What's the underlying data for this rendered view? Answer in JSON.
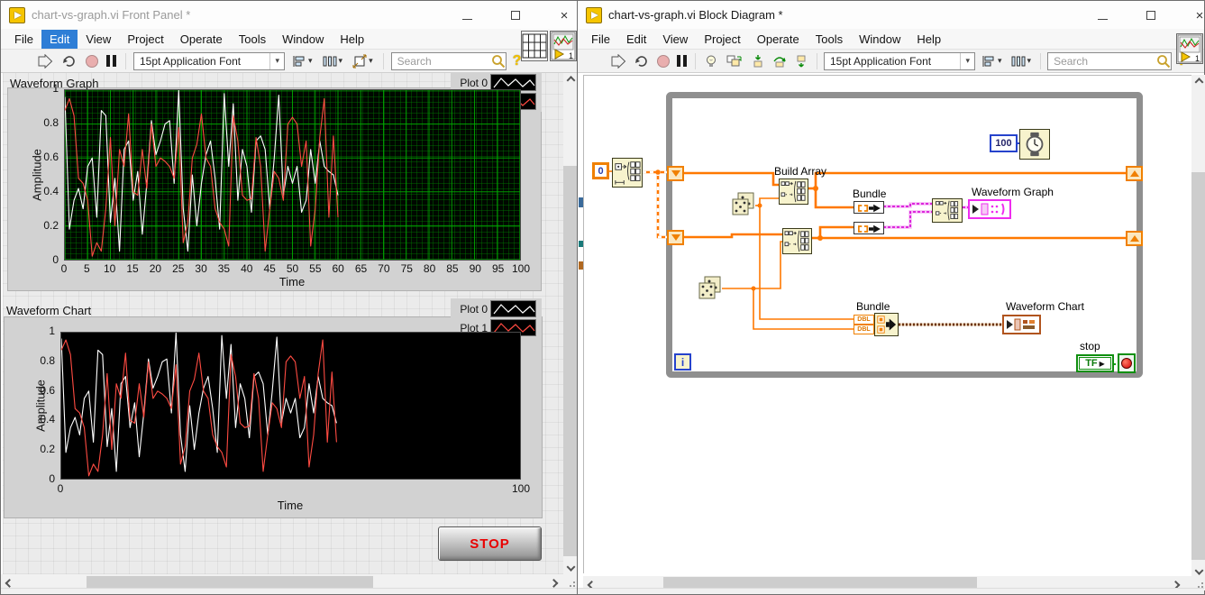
{
  "left_window": {
    "title": "chart-vs-graph.vi Front Panel *",
    "menu": [
      "File",
      "Edit",
      "View",
      "Project",
      "Operate",
      "Tools",
      "Window",
      "Help"
    ],
    "active_menu": "Edit",
    "toolbar": {
      "font": "15pt Application Font",
      "search_placeholder": "Search"
    },
    "front_panel": {
      "stop_label": "STOP"
    }
  },
  "right_window": {
    "title": "chart-vs-graph.vi Block Diagram *",
    "menu": [
      "File",
      "Edit",
      "View",
      "Project",
      "Operate",
      "Tools",
      "Window",
      "Help"
    ],
    "active_menu": "",
    "toolbar": {
      "font": "15pt Application Font",
      "search_placeholder": "Search"
    },
    "diagram": {
      "build_array": "Build Array",
      "bundle": "Bundle",
      "waveform_graph": "Waveform Graph",
      "waveform_chart": "Waveform Chart",
      "stop": "stop",
      "init_const": "0",
      "wait_ms": "100",
      "iteration": "i",
      "stop_bool": "TF",
      "dbl": "DBL"
    }
  },
  "chart_data": [
    {
      "type": "line",
      "title": "Waveform Graph",
      "xlabel": "Time",
      "ylabel": "Amplitude",
      "xlim": [
        0,
        100
      ],
      "ylim": [
        0,
        1
      ],
      "xticks": [
        0,
        5,
        10,
        15,
        20,
        25,
        30,
        35,
        40,
        45,
        50,
        55,
        60,
        65,
        70,
        75,
        80,
        85,
        90,
        95,
        100
      ],
      "yticks": [
        0,
        0.2,
        0.4,
        0.6,
        0.8,
        1
      ],
      "grid": true,
      "legend": [
        "Plot 0",
        "Plot 1"
      ],
      "legend_position": "top-right",
      "series": [
        {
          "name": "Plot 0",
          "color": "#ffffff",
          "values": [
            0.96,
            0.18,
            0.35,
            0.42,
            0.3,
            0.55,
            0.6,
            0.25,
            0.88,
            0.85,
            0.22,
            0.48,
            0.05,
            0.65,
            0.7,
            0.35,
            0.52,
            0.15,
            0.45,
            0.82,
            0.62,
            0.7,
            0.8,
            0.82,
            0.45,
            1.0,
            0.3,
            0.05,
            0.5,
            0.2,
            0.45,
            0.62,
            0.7,
            0.48,
            0.18,
            0.98,
            0.55,
            0.92,
            0.35,
            0.65,
            0.55,
            0.28,
            0.7,
            0.73,
            0.65,
            0.3,
            0.6,
            0.97,
            0.38,
            0.55,
            0.45,
            0.55,
            0.28,
            0.35,
            0.65,
            0.45,
            0.7,
            0.55,
            0.52,
            0.5,
            0.38
          ]
        },
        {
          "name": "Plot 1",
          "color": "#ff4b42",
          "values": [
            0.88,
            0.95,
            0.85,
            0.48,
            0.45,
            0.35,
            0.02,
            0.1,
            0.05,
            0.3,
            0.72,
            0.2,
            0.65,
            0.55,
            0.86,
            0.4,
            0.38,
            0.65,
            0.42,
            0.8,
            0.55,
            0.6,
            0.58,
            0.55,
            0.48,
            0.78,
            0.1,
            0.22,
            0.6,
            0.68,
            0.86,
            0.6,
            0.55,
            0.3,
            0.22,
            0.18,
            0.08,
            0.85,
            0.7,
            0.38,
            0.35,
            0.36,
            0.72,
            0.55,
            0.05,
            0.3,
            0.52,
            0.48,
            0.35,
            0.8,
            0.84,
            0.8,
            0.55,
            0.7,
            0.08,
            0.3,
            0.72,
            0.95,
            0.25,
            0.73,
            0.25
          ]
        }
      ]
    },
    {
      "type": "line",
      "title": "Waveform Chart",
      "xlabel": "Time",
      "ylabel": "Amplitude",
      "xlim": [
        0,
        100
      ],
      "ylim": [
        0,
        1
      ],
      "xticks": [
        0,
        100
      ],
      "yticks": [
        0,
        0.2,
        0.4,
        0.6,
        0.8,
        1
      ],
      "grid": false,
      "legend": [
        "Plot 0",
        "Plot 1"
      ],
      "legend_position": "top-right",
      "series_from": 0
    }
  ]
}
